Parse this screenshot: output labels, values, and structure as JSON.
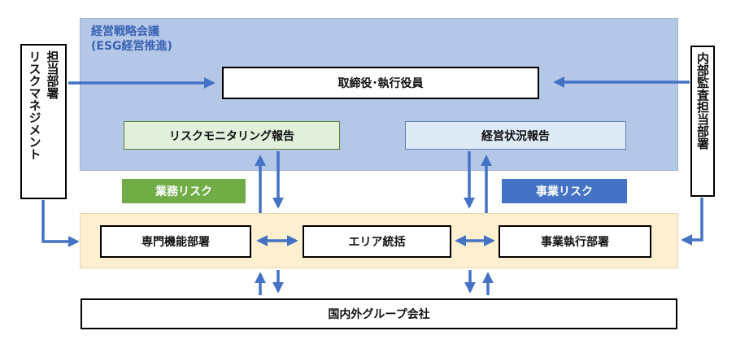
{
  "council": {
    "line1": "経営戦略会議",
    "line2": "(ESG経営推進)"
  },
  "executives": "取締役･執行役員",
  "risk_monitoring_report": "リスクモニタリング報告",
  "business_status_report": "経営状況報告",
  "operational_risk": "業務リスク",
  "business_risk": "事業リスク",
  "specialist_departments": "専門機能部署",
  "area_management": "エリア統括",
  "business_execution_departments": "事業執行部署",
  "group_companies": "国内外グループ会社",
  "risk_management_dept": {
    "col1": "リスクマネジメント",
    "col2": "担当部署"
  },
  "internal_audit_dept": "内部監査担当部署",
  "colors": {
    "strategy_panel": "#b4c7e7",
    "operations_panel": "#fdefd0",
    "arrow": "#4472c4",
    "operational_risk": "#70ad47",
    "business_risk": "#4472c4",
    "rm_report_fill": "#e2efda",
    "biz_report_fill": "#deebf7"
  }
}
